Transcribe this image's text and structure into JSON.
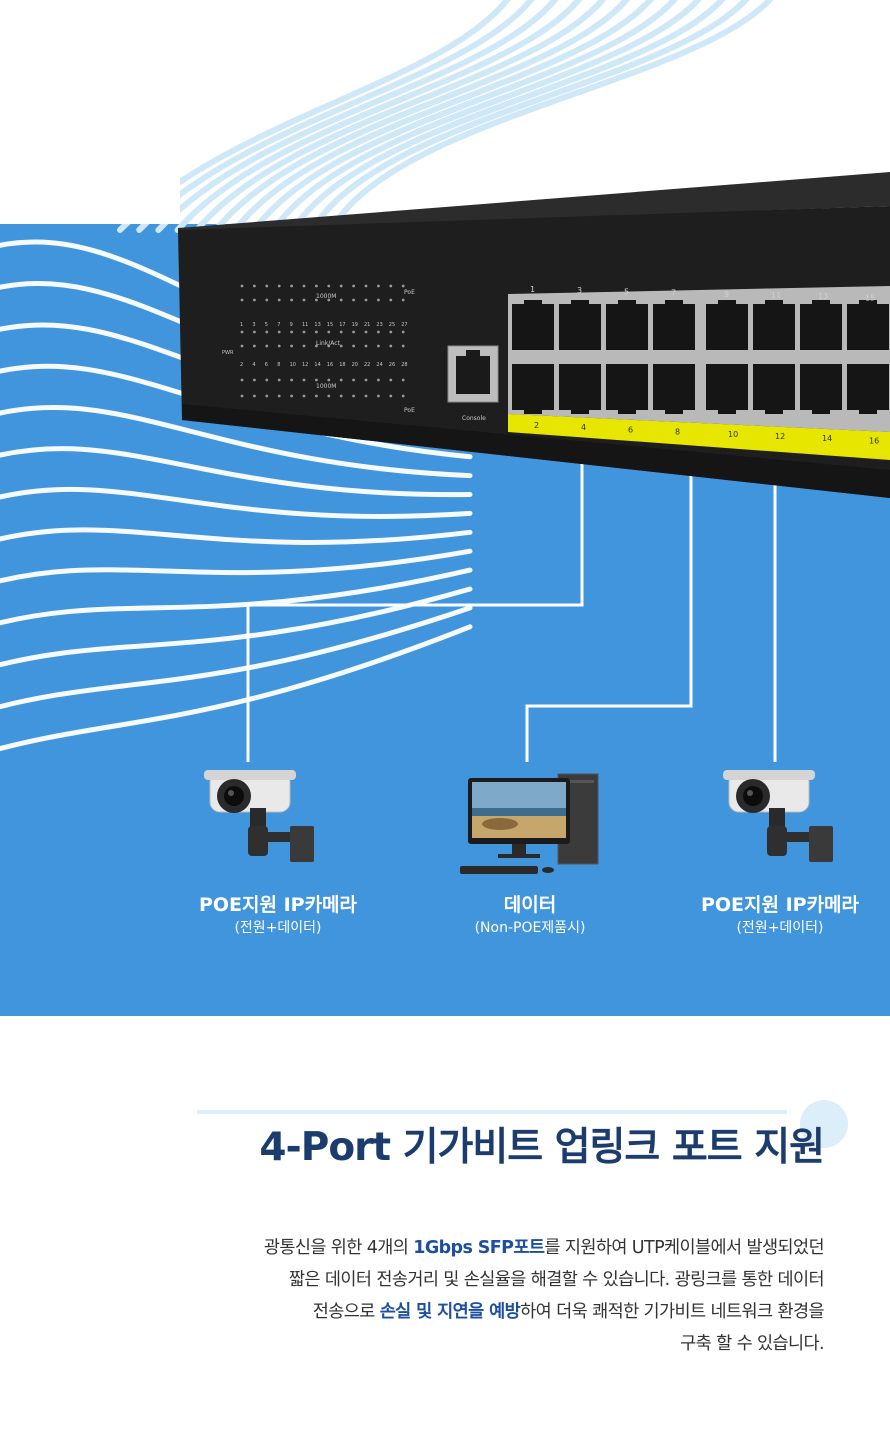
{
  "switch": {
    "led_labels": {
      "speed_top": "1000M",
      "link_act": "Link/Act",
      "speed_bottom": "1000M",
      "poe_top": "PoE",
      "poe_bottom": "PoE",
      "pwr": "PWR"
    },
    "led_numbers_odd": [
      "1",
      "3",
      "5",
      "7",
      "9",
      "11",
      "13",
      "15",
      "17",
      "19",
      "21",
      "23",
      "25",
      "27"
    ],
    "led_numbers_even": [
      "2",
      "4",
      "6",
      "8",
      "10",
      "12",
      "14",
      "16",
      "18",
      "20",
      "22",
      "24",
      "26",
      "28"
    ],
    "console_label": "Console",
    "port_numbers_top": [
      "1",
      "3",
      "5",
      "7",
      "9",
      "11",
      "13",
      "15"
    ],
    "port_numbers_bottom": [
      "2",
      "4",
      "6",
      "8",
      "10",
      "12",
      "14",
      "16"
    ]
  },
  "devices": [
    {
      "title": "POE지원 IP카메라",
      "subtitle": "(전원+데이터)",
      "icon": "ip-camera-icon"
    },
    {
      "title": "데이터",
      "subtitle": "(Non-POE제품시)",
      "icon": "desktop-computer-icon"
    },
    {
      "title": "POE지원 IP카메라",
      "subtitle": "(전원+데이터)",
      "icon": "ip-camera-icon"
    }
  ],
  "heading": "4-Port 기가비트 업링크 포트 지원",
  "description": {
    "line1": {
      "a": "광통신을 위한 4개의 ",
      "hl": "1Gbps SFP포트",
      "b": "를 지원하여 UTP케이블에서 발생되었던"
    },
    "line2": "짧은 데이터 전송거리 및 손실율을 해결할 수 있습니다. 광링크를 통한 데이터",
    "line3": {
      "a": "전송으로 ",
      "hl": "손실 및 지연을 예방",
      "b": "하여 더욱 쾌적한 기가비트 네트워크 환경을"
    },
    "line4": "구축 할 수 있습니다."
  },
  "colors": {
    "blue_bg": "#4195dc",
    "wave": "#ffffff",
    "wave_light": "#cfe8f8",
    "heading": "#1d3c6e",
    "highlight": "#1d4fa0",
    "switch_body": "#232323",
    "port_strip": "#e6e600"
  }
}
